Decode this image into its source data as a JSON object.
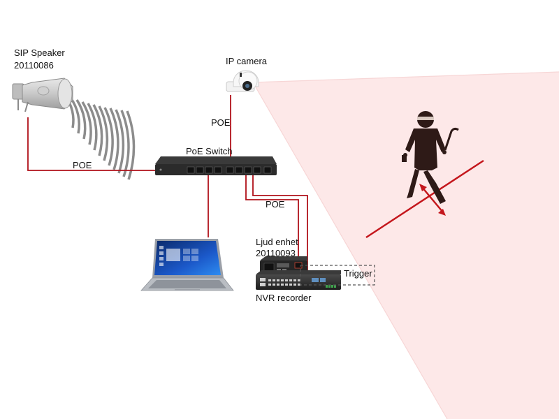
{
  "labels": {
    "speaker_name": "SIP Speaker",
    "speaker_id": "20110086",
    "camera": "IP camera",
    "switch": "PoE Switch",
    "poe_camera": "POE",
    "poe_speaker": "POE",
    "poe_audio": "POE",
    "audio_unit_name": "Ljud enhet",
    "audio_unit_id": "20110093",
    "nvr": "NVR recorder",
    "trigger": "Trigger"
  },
  "colors": {
    "cable": "#b0111a",
    "camera_fov": "#fde8e8",
    "tripwire": "#c4161c",
    "intruder": "#2e1a17",
    "switch_body": "#2b2b2b"
  },
  "icons": [
    "speaker-horn-icon",
    "camera-icon",
    "switch-icon",
    "laptop-icon",
    "audio-unit-icon",
    "nvr-icon",
    "intruder-icon"
  ]
}
